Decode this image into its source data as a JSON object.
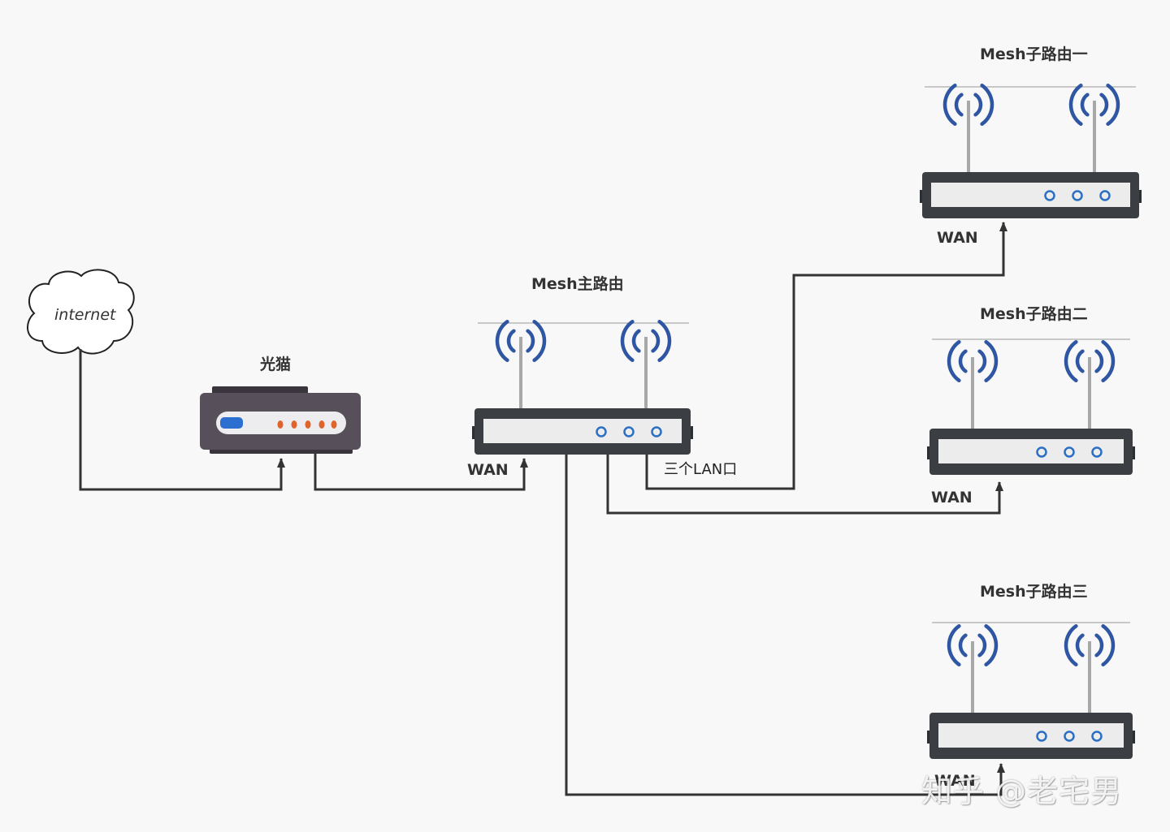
{
  "cloud": {
    "label": "internet"
  },
  "modem": {
    "label": "光猫"
  },
  "main_router": {
    "label": "Mesh主路由",
    "wan_label": "WAN",
    "lan_label": "三个LAN口"
  },
  "sub_routers": [
    {
      "label": "Mesh子路由一",
      "wan_label": "WAN"
    },
    {
      "label": "Mesh子路由二",
      "wan_label": "WAN"
    },
    {
      "label": "Mesh子路由三",
      "wan_label": "WAN"
    }
  ],
  "watermark": "知乎 @老宅男",
  "colors": {
    "background": "#f8f8f8",
    "router_frame": "#3b3f44",
    "router_panel": "#ececec",
    "led_ring": "#2b6fc4",
    "signal_wave": "#2f56a3",
    "modem_body": "#57505a",
    "modem_led": "#e0632a",
    "modem_indicator": "#2c6fd1",
    "connector": "#333333"
  }
}
